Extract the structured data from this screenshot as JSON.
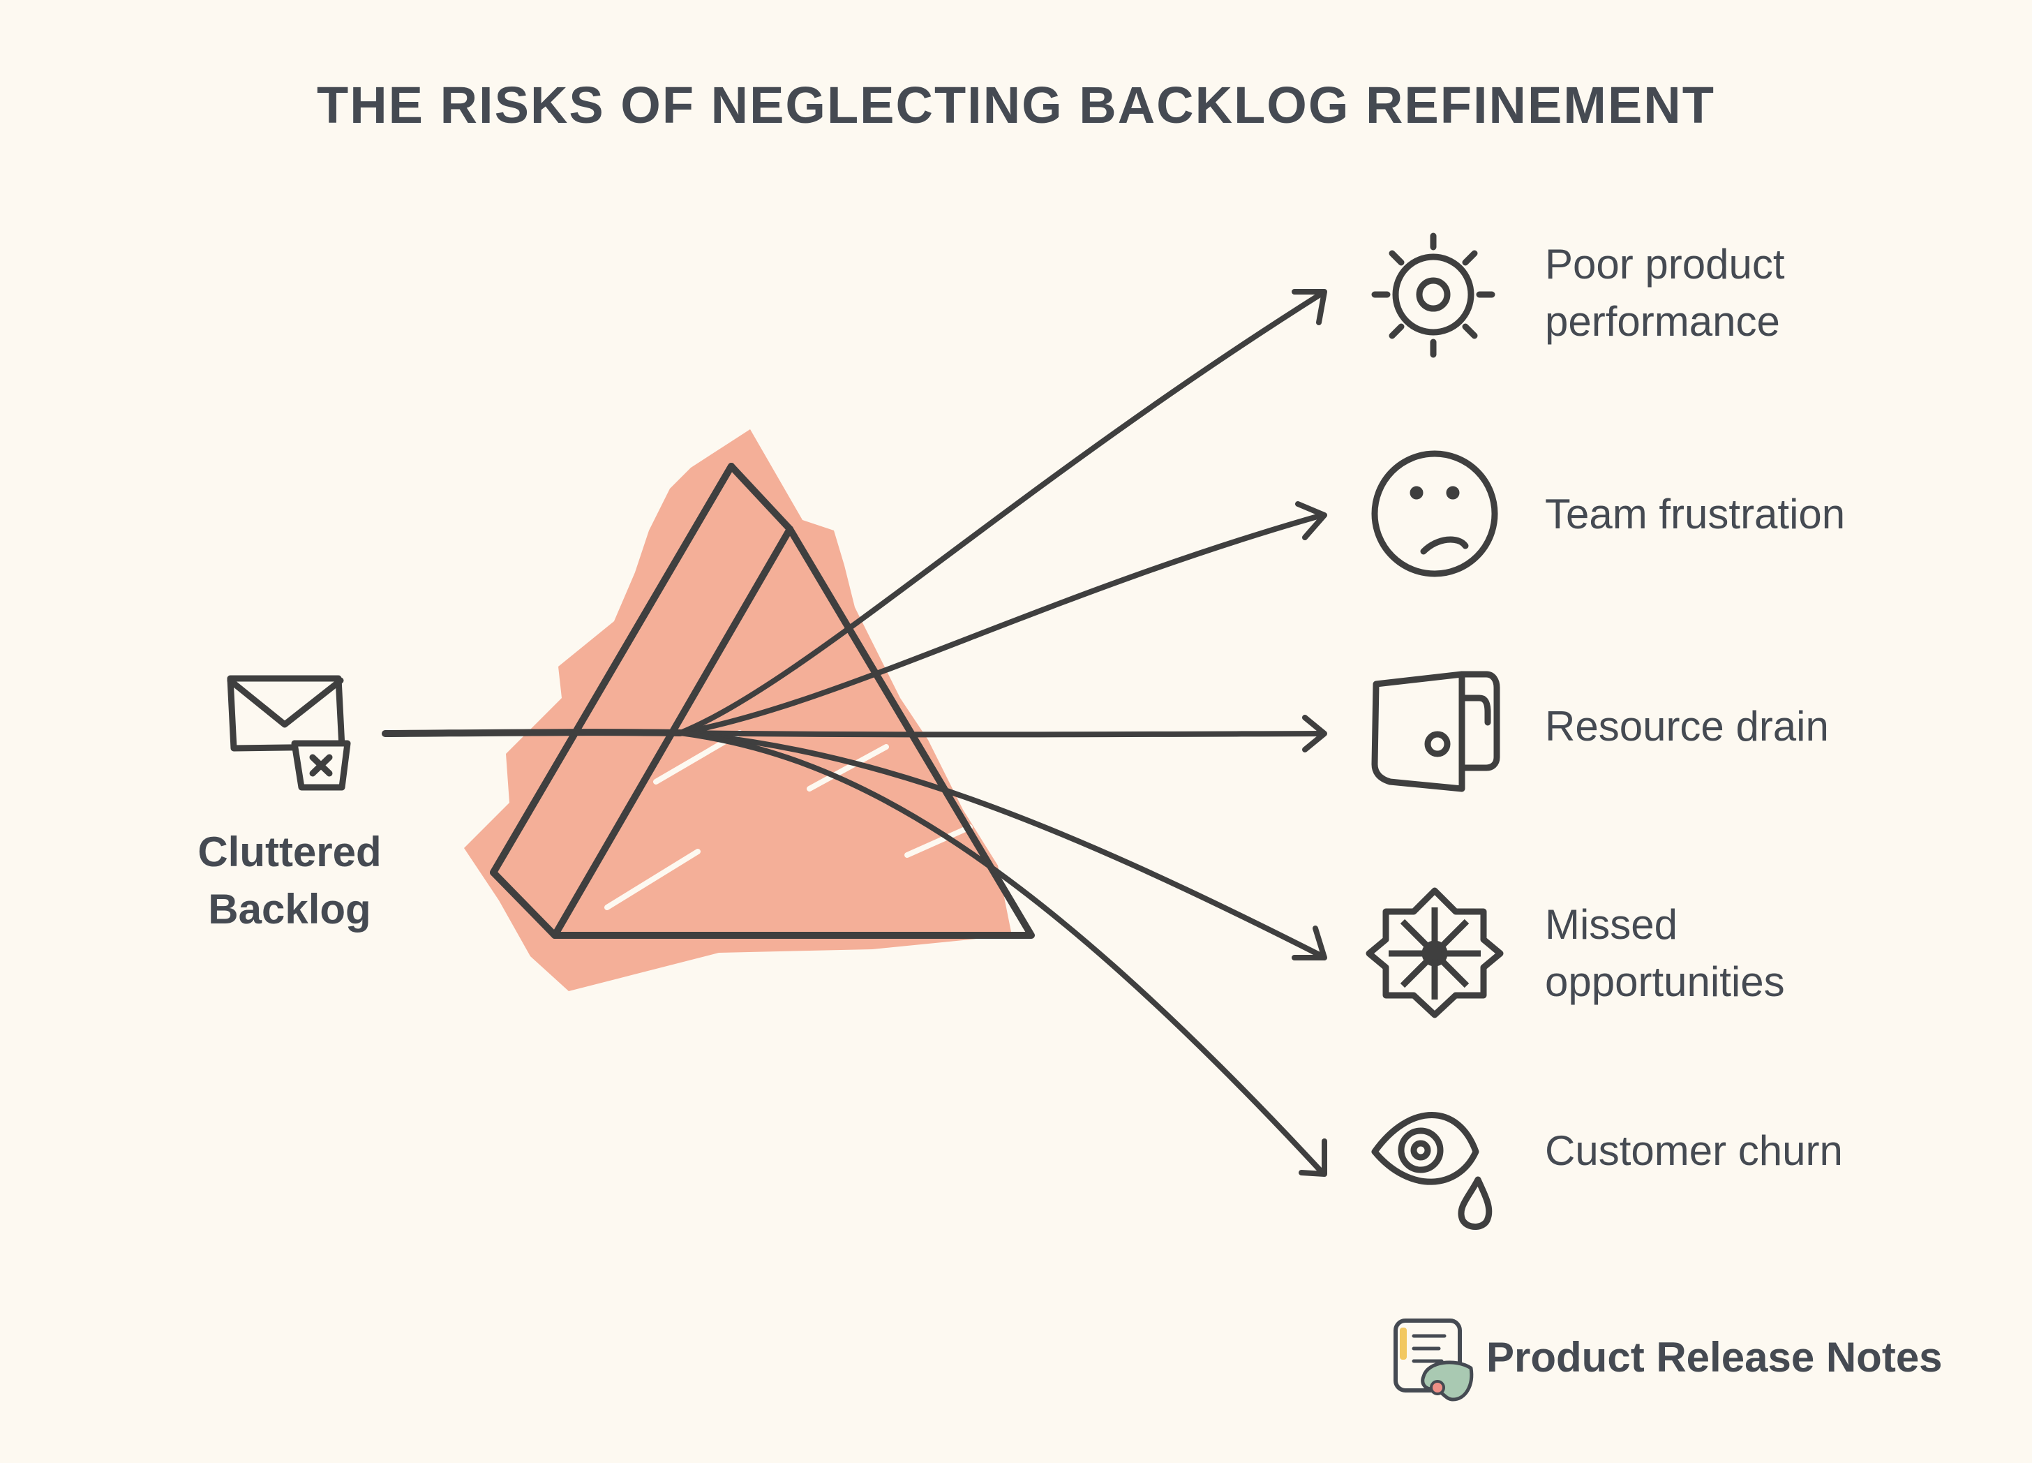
{
  "title": "THE RISKS OF NEGLECTING BACKLOG REFINEMENT",
  "source": {
    "label_line1": "Cluttered",
    "label_line2": "Backlog",
    "icon": "envelope-with-trash-icon"
  },
  "prism": {
    "fill_color": "#f4af98",
    "stroke_color": "#3f3f3f"
  },
  "outcomes": [
    {
      "line1": "Poor product",
      "line2": "performance",
      "icon": "sun-gear-icon"
    },
    {
      "line1": "Team frustration",
      "line2": "",
      "icon": "frowning-face-icon"
    },
    {
      "line1": "Resource drain",
      "line2": "",
      "icon": "wallet-icon"
    },
    {
      "line1": "Missed",
      "line2": "opportunities",
      "icon": "compass-star-icon"
    },
    {
      "line1": "Customer churn",
      "line2": "",
      "icon": "crying-eye-icon"
    }
  ],
  "brand": {
    "name": "Product Release Notes",
    "icon": "release-notes-logo-icon"
  },
  "colors": {
    "background": "#fdf9f1",
    "ink": "#454a52",
    "accent": "#f4af98"
  }
}
